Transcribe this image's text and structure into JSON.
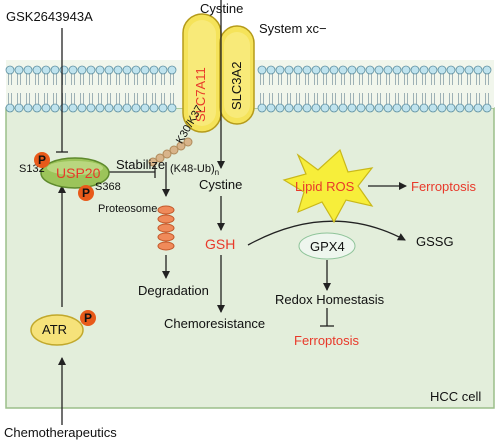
{
  "inhibitor": "GSK2643943A",
  "chemotherapeutics": "Chemotherapeutics",
  "cystine_top": "Cystine",
  "system_xc": "System xc−",
  "transporter": {
    "light_chain": "SLC7A11",
    "heavy_chain": "SLC3A2"
  },
  "ubiquitin": {
    "sites": "K30/K37",
    "chain": "(K48-Ub)",
    "chain_sub": "n"
  },
  "usp20": {
    "label": "USP20",
    "site1": "S132",
    "site2": "S368",
    "phospho": "P"
  },
  "atr": {
    "label": "ATR",
    "phospho": "P"
  },
  "stabilize": "Stabilize",
  "proteosome": "Proteosome",
  "degradation": "Degradation",
  "cystine_in": "Cystine",
  "gsh": "GSH",
  "gpx4": "GPX4",
  "gssg": "GSSG",
  "lipid_ros": "Lipid ROS",
  "ferroptosis_top": "Ferroptosis",
  "redox": "Redox Homestasis",
  "ferroptosis_bottom": "Ferroptosis",
  "chemoresistance": "Chemoresistance",
  "cell_label": "HCC cell",
  "colors": {
    "cell_fill": "#e3eedb",
    "membrane_head": "#bfe3ee",
    "red_text": "#e8392a",
    "usp20_fill": "#9cc45a",
    "atr_fill": "#f6e27a",
    "transporter_fill": "#f5e35a",
    "phospho": "#e85a1a"
  }
}
